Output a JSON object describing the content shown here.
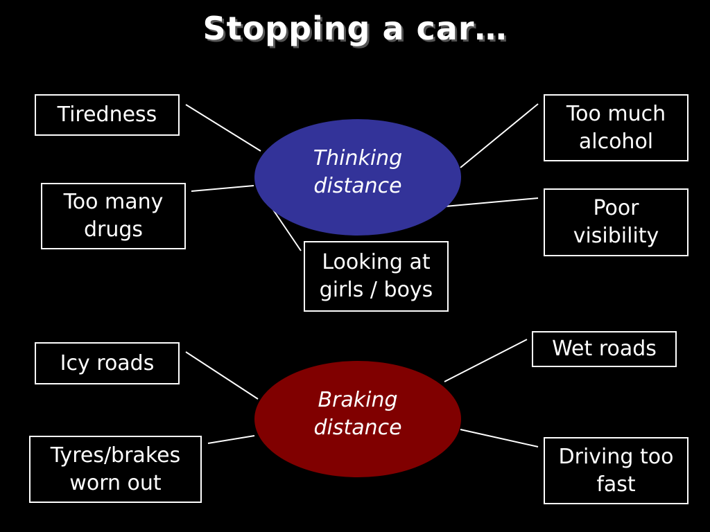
{
  "title": "Stopping a car…",
  "colors": {
    "background": "#000000",
    "text": "#ffffff",
    "thinking_fill": "#333399",
    "braking_fill": "#800000",
    "box_border": "#ffffff",
    "connector": "#ffffff"
  },
  "thinking": {
    "label": "Thinking\ndistance",
    "factors": {
      "tiredness": "Tiredness",
      "drugs": "Too many\ndrugs",
      "looking": "Looking at\ngirls / boys",
      "alcohol": "Too much\nalcohol",
      "visibility": "Poor\nvisibility"
    }
  },
  "braking": {
    "label": "Braking\ndistance",
    "factors": {
      "icy": "Icy roads",
      "tyres": "Tyres/brakes\nworn out",
      "wet": "Wet roads",
      "speed": "Driving too\nfast"
    }
  }
}
